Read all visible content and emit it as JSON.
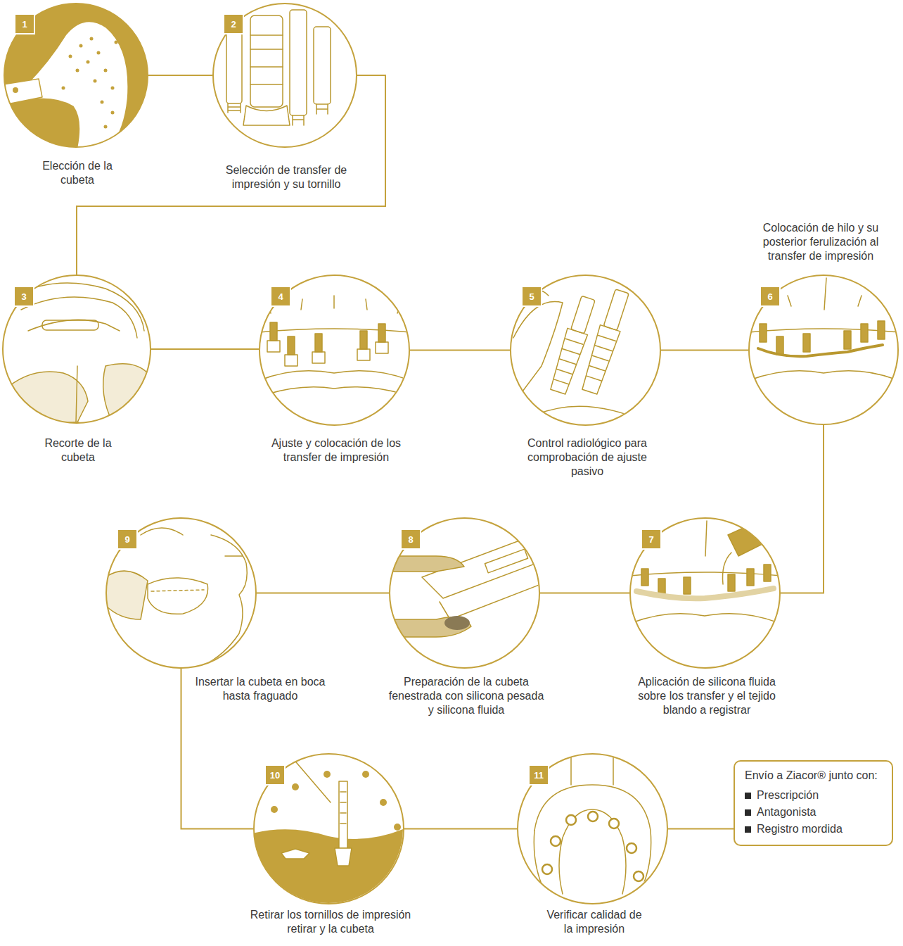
{
  "diagram": {
    "nodes": [
      {
        "text": [
          "1",
          "Elección de la cubeta"
        ]
      },
      {
        "text": [
          "2",
          "Selección de transfer de impresión y su tornillo"
        ]
      },
      {
        "text": [
          "3",
          "Recorte de la cubeta"
        ]
      },
      {
        "text": [
          "4",
          "Ajuste y colocación de los transfer de impresión"
        ]
      },
      {
        "text": [
          "5",
          "Control radiológico para comprobación de ajuste pasivo"
        ]
      },
      {
        "text": [
          "6",
          "Colocación de hilo y su posterior ferulización al transfer de impresión"
        ]
      },
      {
        "text": [
          "7",
          "Aplicación de silicona fluida sobre los transfer y el tejido blando a registrar"
        ]
      },
      {
        "text": [
          "8",
          "Preparación de la cubeta fenestrada con silicona pesada y silicona fluida"
        ]
      },
      {
        "text": [
          "9",
          "Insertar la cubeta en boca hasta fraguado"
        ]
      },
      {
        "text": [
          "10",
          "Retirar los tornillos de impresión retirar y la cubeta"
        ]
      },
      {
        "text": [
          "11",
          "Verificar calidad de la impresión"
        ]
      },
      {
        "text": [
          "Envío a Ziacor® junto con:",
          "Prescripción",
          "Antagonista",
          "Registro mordida"
        ]
      }
    ],
    "edges": [
      {
        "from": 0,
        "to": 1,
        "arrow": "none"
      },
      {
        "from": 1,
        "to": 2,
        "arrow": "none"
      },
      {
        "from": 2,
        "to": 3,
        "arrow": "none"
      },
      {
        "from": 3,
        "to": 4,
        "arrow": "none"
      },
      {
        "from": 4,
        "to": 5,
        "arrow": "none"
      },
      {
        "from": 5,
        "to": 6,
        "arrow": "none"
      },
      {
        "from": 6,
        "to": 7,
        "arrow": "none"
      },
      {
        "from": 7,
        "to": 8,
        "arrow": "none"
      },
      {
        "from": 8,
        "to": 9,
        "arrow": "none"
      },
      {
        "from": 9,
        "to": 10,
        "arrow": "none"
      },
      {
        "from": 10,
        "to": 11,
        "arrow": "none"
      }
    ]
  }
}
